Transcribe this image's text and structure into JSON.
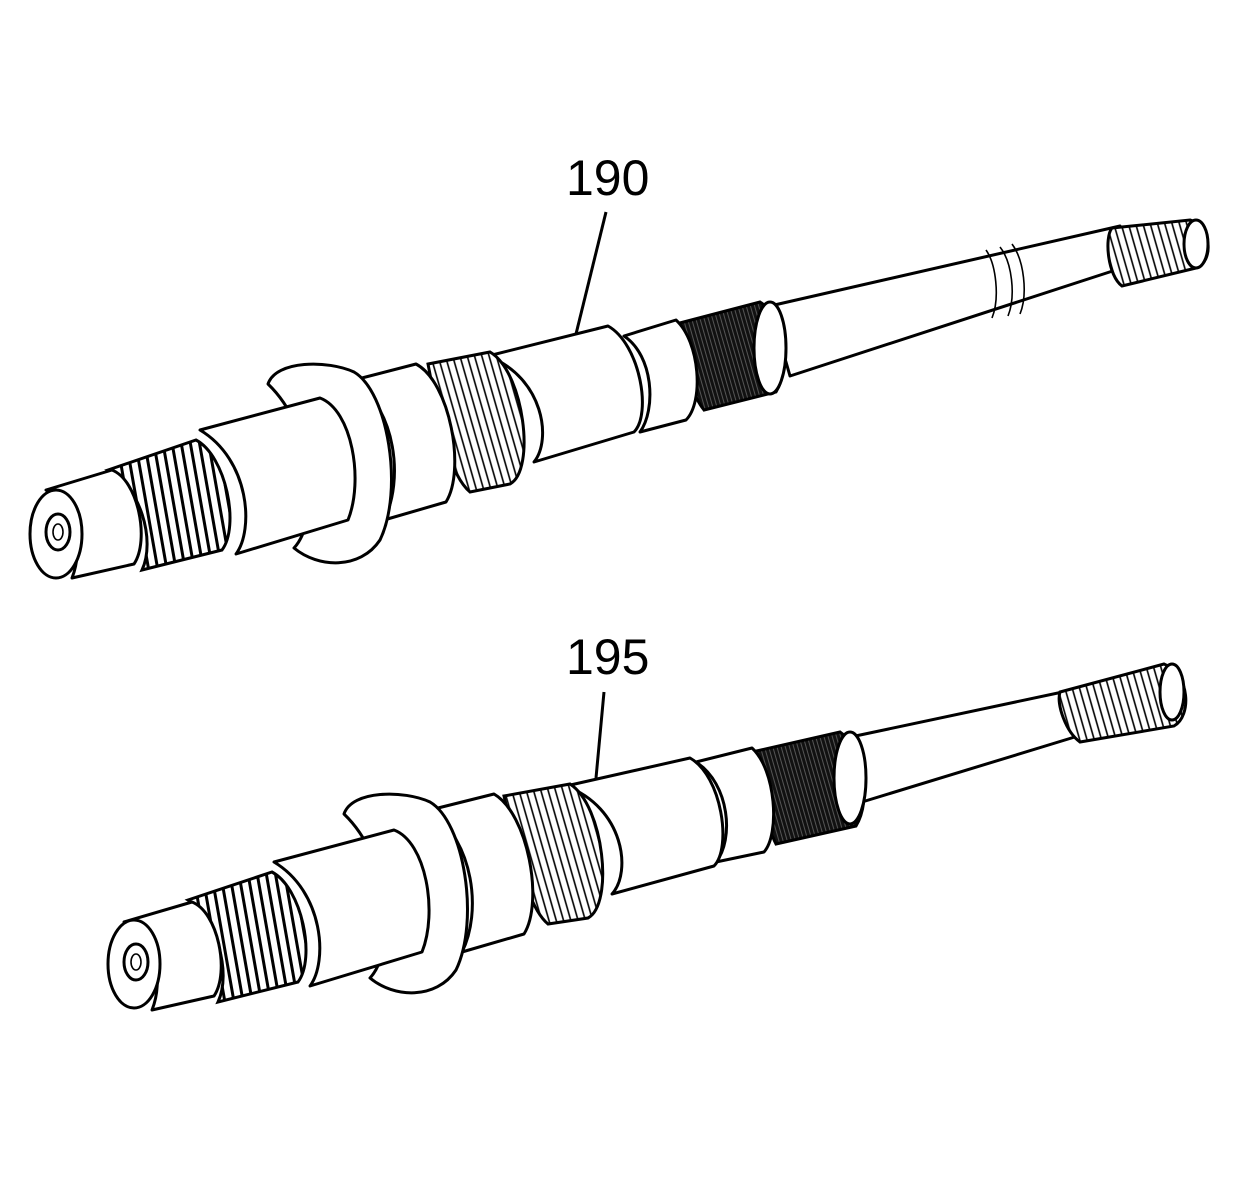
{
  "figure": {
    "callouts": [
      {
        "label": "190"
      },
      {
        "label": "195"
      }
    ]
  },
  "colors": {
    "line": "#000000",
    "background": "#ffffff",
    "dark_splines": "#111111"
  },
  "icons": [
    "transmission-shaft-190",
    "transmission-shaft-195"
  ]
}
